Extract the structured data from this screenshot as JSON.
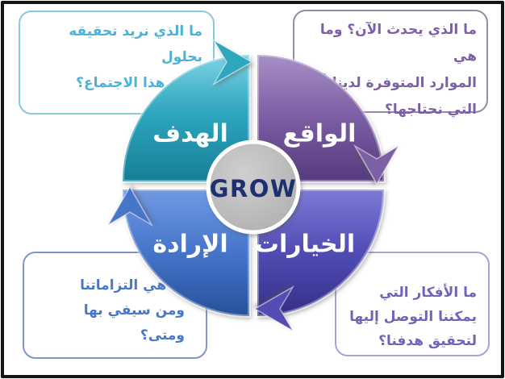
{
  "diagram": {
    "center_label": "GROW",
    "quadrants": {
      "goal": {
        "label": "الهدف",
        "position": "top-left",
        "color_main": "#2fa6bf",
        "arrow_color": "#2fa6be"
      },
      "reality": {
        "label": "الواقع",
        "position": "top-right",
        "color_main": "#7a5da3",
        "arrow_color": "#7c61a4"
      },
      "options": {
        "label": "الخيارات",
        "position": "bottom-right",
        "color_main": "#504cb4",
        "arrow_color": "#524db3"
      },
      "will": {
        "label": "الإرادة",
        "position": "bottom-left",
        "color_main": "#4574ca",
        "arrow_color": "#4674c8"
      }
    }
  },
  "callouts": {
    "goal": {
      "lines": [
        "ما الذي نريد تحقيقه بحلول",
        "نهاية هذا الاجتماع؟"
      ],
      "text_color": "#4cb2d8",
      "border_color": "#85c9de"
    },
    "reality": {
      "lines": [
        "ما الذي يحدث الآن؟ وما هي",
        "الموارد المتوفرة لدينا أو",
        "التي نحتاجها؟"
      ],
      "text_color": "#7d5fa5",
      "border_color": "#9887ab"
    },
    "options": {
      "lines": [
        "ما الأفكار التي",
        "يمكننا التوصل إليها",
        "لتحقيق هدفنا؟"
      ],
      "text_color": "#6f65b8",
      "border_color": "#a7a3d8"
    },
    "will": {
      "lines": [
        "ما هي التزاماتنا",
        "ومن سيفي بها",
        "ومتى؟"
      ],
      "text_color": "#4a78c8",
      "border_color": "#7b97cd"
    }
  }
}
